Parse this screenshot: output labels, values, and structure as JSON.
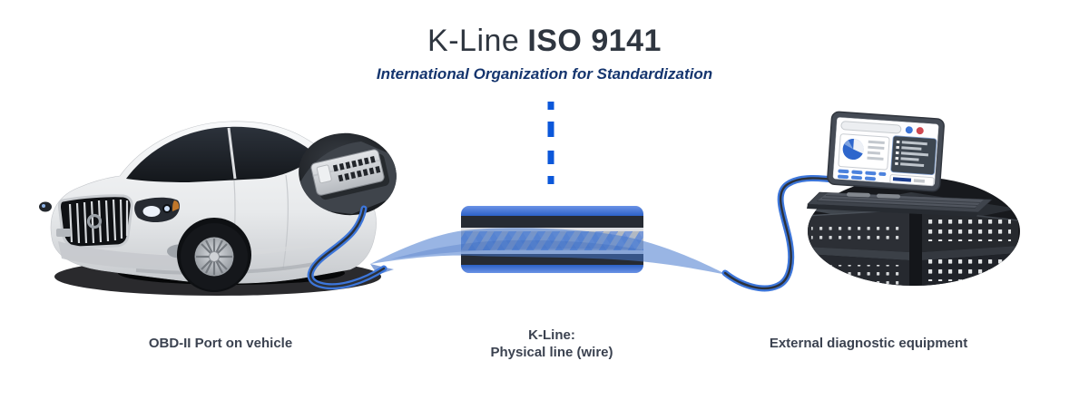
{
  "header": {
    "title_regular": "K-Line",
    "title_bold": "ISO 9141",
    "subtitle": "International Organization for Standardization"
  },
  "captions": {
    "vehicle_port": "OBD-II Port on vehicle",
    "kline_heading": "K-Line:",
    "kline_detail": "Physical line (wire)",
    "equipment": "External diagnostic equipment"
  },
  "colors": {
    "title_text": "#2f3640",
    "subtitle_text": "#15356e",
    "caption_text": "#3b4250",
    "accent_blue": "#3a73d8",
    "dash_blue": "#0b57da",
    "ribbon_blue": "#4678cd",
    "cable_dark_band": "#262b33",
    "cable_light_band": "#c6cad0",
    "car_body": "#e9ebed",
    "equipment_body": "#24272c"
  },
  "illustrations": {
    "left": "white-sedan-with-obd2-port-closeup",
    "center": "k-line-physical-wire",
    "right": "laptop-on-diagnostic-equipment"
  }
}
